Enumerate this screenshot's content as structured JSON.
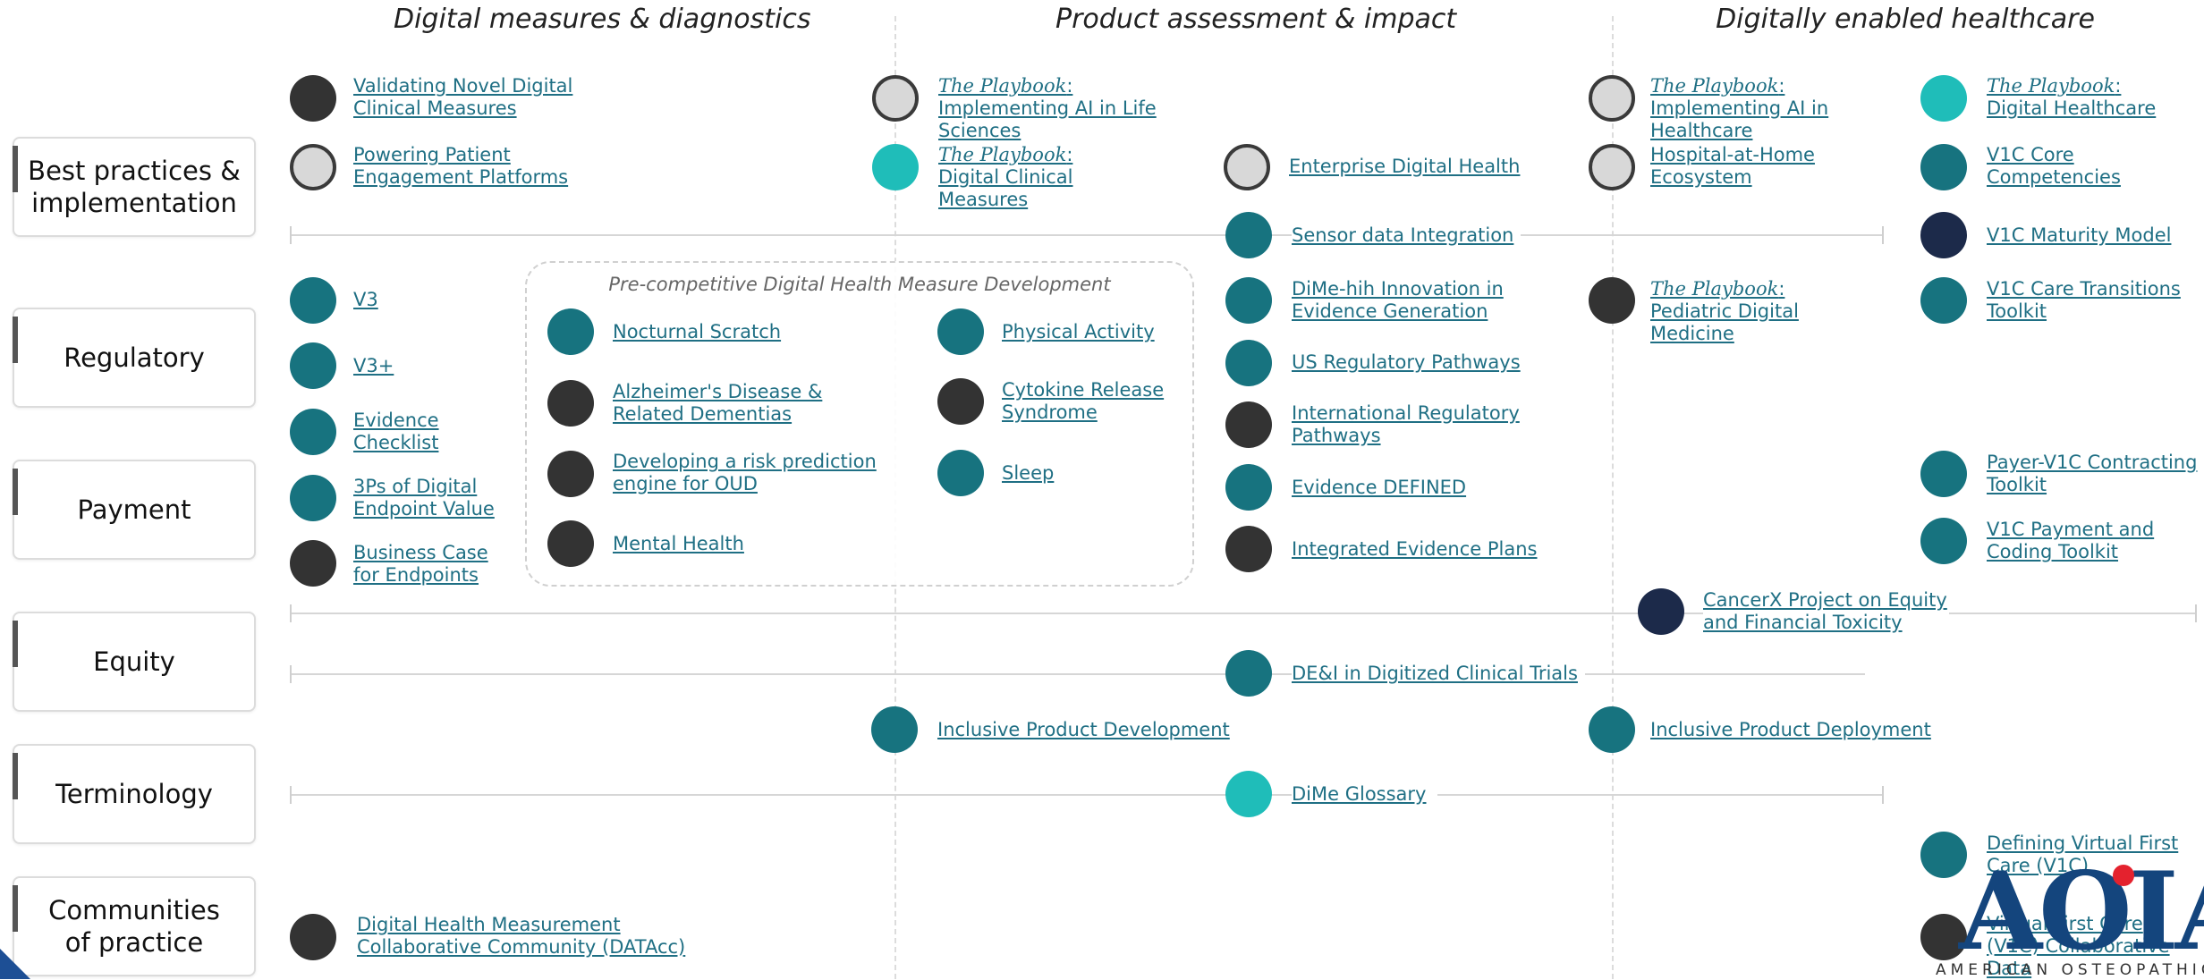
{
  "column_headers": [
    "Digital measures & diagnostics",
    "Product assessment & impact",
    "Digitally enabled healthcare"
  ],
  "row_labels": {
    "best_practices": "Best practices & implementation",
    "regulatory": "Regulatory",
    "payment": "Payment",
    "equity": "Equity",
    "terminology": "Terminology",
    "communities": "Communities of practice"
  },
  "playbook_prefix": "The Playbook",
  "items": {
    "validating_novel": "Validating Novel Digital Clinical Measures",
    "powering_patient": "Powering Patient Engagement Platforms",
    "pb_ai_life_sciences": ": Implementing AI in Life Sciences",
    "pb_digital_clinical_measures": ": Digital Clinical Measures",
    "enterprise_digital_health": "Enterprise Digital Health",
    "pb_ai_healthcare": ": Implementing AI in Healthcare",
    "hospital_at_home": "Hospital-at-Home Ecosystem",
    "pb_digital_healthcare": ": Digital Healthcare",
    "v1c_core": "V1C Core Competencies",
    "sensor_data": "Sensor data Integration",
    "v1c_maturity": "V1C Maturity Model",
    "v3": "V3",
    "v3plus": "V3+",
    "evidence_checklist": "Evidence Checklist",
    "three_ps": "3Ps of Digital Endpoint Value",
    "business_case": "Business Case for Endpoints",
    "dime_hih": "DiMe-hih Innovation in Evidence Generation",
    "us_regulatory": "US Regulatory Pathways",
    "intl_regulatory": "International Regulatory Pathways",
    "evidence_defined": "Evidence DEFINED",
    "integrated_evidence": "Integrated Evidence Plans",
    "pb_pediatric": ": Pediatric Digital Medicine",
    "v1c_care_transitions": "V1C Care Transitions Toolkit",
    "payer_v1c": "Payer-V1C Contracting Toolkit",
    "v1c_payment": "V1C Payment and Coding Toolkit",
    "cancerx": "CancerX Project on Equity and Financial Toxicity",
    "dei_trials": "DE&I in Digitized Clinical Trials",
    "inclusive_dev": "Inclusive Product Development",
    "inclusive_deploy": "Inclusive Product Deployment",
    "dime_glossary": "DiMe Glossary",
    "defining_v1c": "Defining Virtual First Care (V1C)",
    "v1c_collab": "Virtual First Care (V1C) Collaborative Data",
    "datacc": "Digital Health Measurement Collaborative Community (DATAcc)"
  },
  "precompetitive": {
    "title": "Pre-competitive Digital Health Measure Development",
    "items": {
      "nocturnal_scratch": "Nocturnal Scratch",
      "alzheimers": "Alzheimer's Disease & Related Dementias",
      "oud": "Developing a risk prediction engine for OUD",
      "mental_health": "Mental Health",
      "physical_activity": "Physical Activity",
      "cytokine": "Cytokine Release Syndrome",
      "sleep": "Sleep"
    }
  },
  "logo": {
    "text": "AOIA",
    "subtitle": "AMERICAN OSTEOPATHIC"
  },
  "colors": {
    "teal": "#17737f",
    "cyan": "#1fbdb9",
    "dark": "#333333",
    "navy": "#1c2a4a",
    "ring": "#d8d8d8",
    "link": "#1f6f84"
  }
}
